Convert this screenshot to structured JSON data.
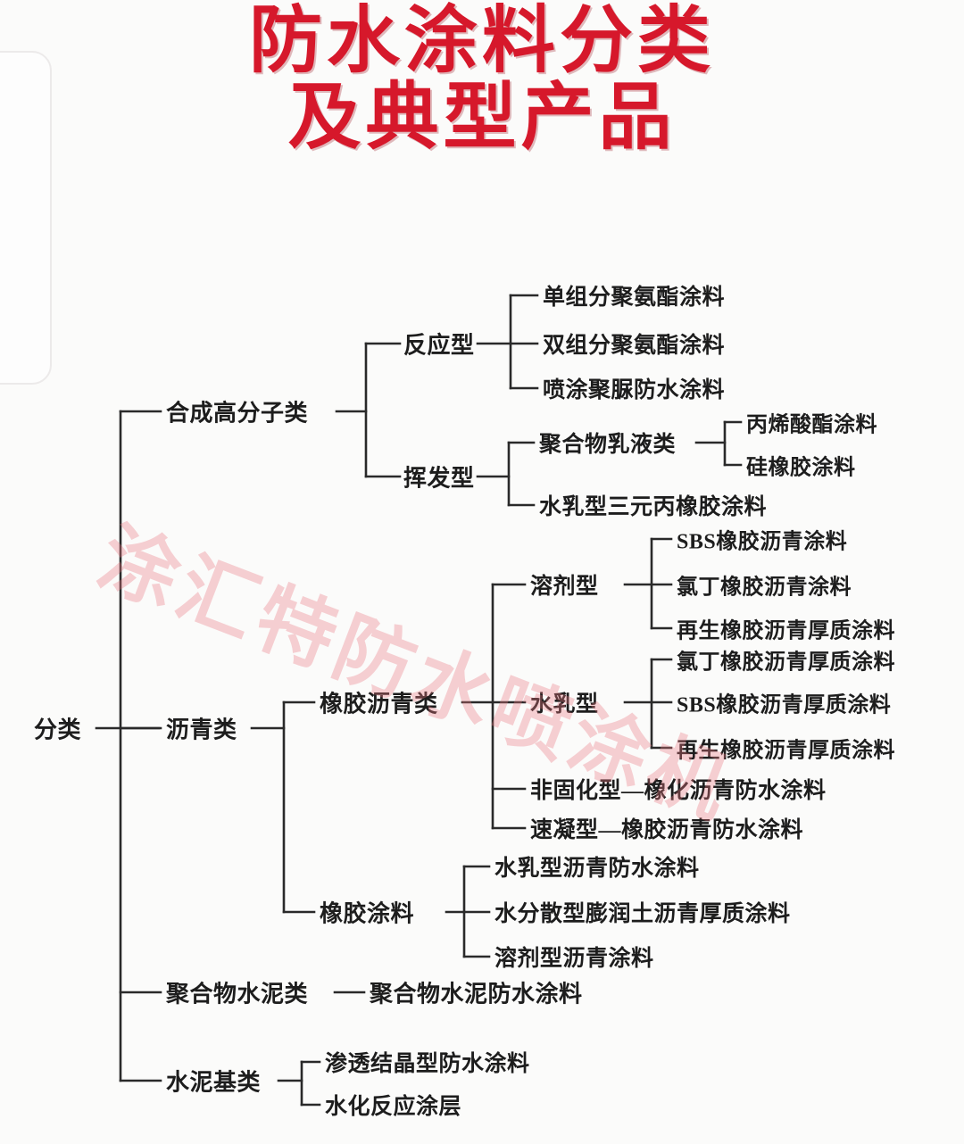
{
  "title": {
    "line1": "防水涂料分类",
    "line2": "及典型产品",
    "color": "#d6182b"
  },
  "watermark": {
    "text": "涂汇特防水喷涂机",
    "color": "#eb7882"
  },
  "tree": {
    "root": "分类",
    "level1": [
      "合成高分子类",
      "沥青类",
      "聚合物水泥类",
      "水泥基类"
    ],
    "level2": {
      "synthetic": [
        "反应型",
        "挥发型"
      ],
      "asphalt": [
        "橡胶沥青类",
        "橡胶涂料"
      ],
      "cementbase": [
        "渗透结晶型防水涂料",
        "水化反应涂层"
      ]
    },
    "reactive_products": [
      "单组分聚氨酯涂料",
      "双组分聚氨酯涂料",
      "喷涂聚脲防水涂料"
    ],
    "volatile_children": [
      "聚合物乳液类",
      "水乳型三元丙橡胶涂料"
    ],
    "emulsion_products": [
      "丙烯酸酯涂料",
      "硅橡胶涂料"
    ],
    "rubber_asphalt_children": [
      "溶剂型",
      "水乳型",
      "非固化型—橡化沥青防水涂料",
      "速凝型—橡胶沥青防水涂料"
    ],
    "solvent_products": [
      "SBS橡胶沥青涂料",
      "氯丁橡胶沥青涂料",
      "再生橡胶沥青厚质涂料"
    ],
    "emulsion_asphalt_products": [
      "氯丁橡胶沥青厚质涂料",
      "SBS橡胶沥青厚质涂料",
      "再生橡胶沥青厚质涂料"
    ],
    "rubber_coating_products": [
      "水乳型沥青防水涂料",
      "水分散型膨润土沥青厚质涂料",
      "溶剂型沥青涂料"
    ],
    "polymer_cement_product": "聚合物水泥防水涂料"
  }
}
